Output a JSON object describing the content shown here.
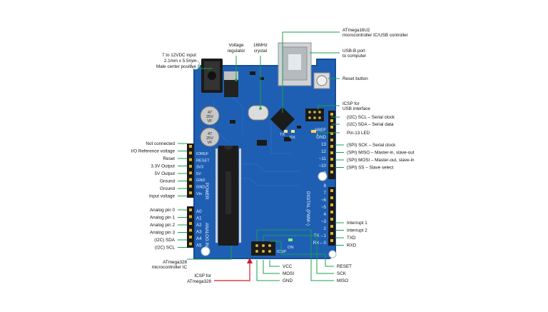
{
  "callouts": {
    "power_jack": [
      "7 to 12VDC input",
      "2.1mm x 5.5mm",
      "Male center positive"
    ],
    "voltage_regulator": [
      "Voltage",
      "regulator"
    ],
    "crystal": [
      "16MHz",
      "crystal"
    ],
    "atmega16u2": [
      "ATmega16U2",
      "microcontroller IC/USB controller"
    ],
    "usb_port": [
      "USB-B port",
      "to computer"
    ],
    "reset_button": [
      "Reset button"
    ],
    "icsp_usb": [
      "ICSP for",
      "USB interface"
    ],
    "atmega328": [
      "ATmega328",
      "microcontroller IC"
    ],
    "icsp_atmega328": [
      "ICSP for",
      "ATmega328"
    ]
  },
  "left_pins": [
    "Not connected",
    "I/O Reference voltage",
    "Reset",
    "3.3V Output",
    "5V Output",
    "Ground",
    "Ground",
    "Input voltage"
  ],
  "analog_pins": [
    "Analog pin 0",
    "Analog pin 1",
    "Analog pin 2",
    "Analog pin 3",
    "(I2C) SDA",
    "(I2C) SCL"
  ],
  "right_pins": [
    "(I2C) SCL – Serial clock",
    "(I2C) SDA – Serial data",
    "Pin-13 LED",
    "(SPI) SCK – Serial clock",
    "(SPI) MISO – Master-in, slave-out",
    "(SPI) MOSI – Master-out, slave-in",
    "(SPI) SS – Slave select",
    "Interrupt 1",
    "Interrupt 2",
    "TXD",
    "RXD"
  ],
  "icsp_bottom_left": [
    "VCC",
    "MOSI",
    "GND"
  ],
  "icsp_bottom_right": [
    "RESET",
    "SCK",
    "MISO"
  ],
  "board_text": {
    "power_header": [
      "IOREF",
      "RESET",
      "3V3",
      "5V",
      "GND",
      "GND",
      "Vin"
    ],
    "power_title": "POWER",
    "analog_header": [
      "A0",
      "A1",
      "A2",
      "A3",
      "A4",
      "A5"
    ],
    "analog_title": "ANALOG IN",
    "digital_title": "DIGITAL (PWM~)",
    "digital_header": [
      "AREF",
      "GND",
      "13",
      "12",
      "~11",
      "~10",
      "~9",
      "8",
      "7",
      "~6",
      "~5",
      "4",
      "~3",
      "2",
      "TX→1",
      "RX←0"
    ],
    "cap_1": [
      "47",
      "25V",
      "VF"
    ],
    "cap_2": [
      "47",
      "25V",
      "VF"
    ],
    "on_label": "ON",
    "icsp_label": "ICSP",
    "l_label": "L",
    "tx_label": "TX",
    "rx_label": "RX"
  },
  "colors": {
    "board": "#1f5fb3",
    "board_edge": "#174e98",
    "callout_line": "#17a04b",
    "icsp_line": "#d11f26",
    "header": "#1b1b1b"
  }
}
